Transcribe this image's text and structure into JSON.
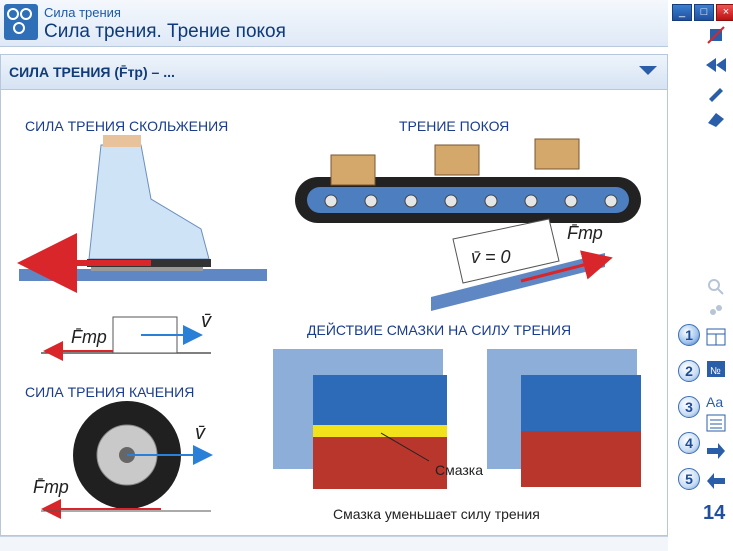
{
  "window": {
    "subtitle": "Сила трения",
    "title": "Сила трения. Трение покоя",
    "buttons": {
      "minimize": "_",
      "maximize": "□",
      "close": "×"
    }
  },
  "panel": {
    "header": "СИЛА ТРЕНИЯ (F̄тр) – ..."
  },
  "figure": {
    "sliding_title": "СИЛА ТРЕНИЯ СКОЛЬЖЕНИЯ",
    "static_title": "ТРЕНИЕ ПОКОЯ",
    "rolling_title": "СИЛА ТРЕНИЯ КАЧЕНИЯ",
    "lubrication_title": "ДЕЙСТВИЕ СМАЗКИ НА СИЛУ ТРЕНИЯ",
    "velocity_label": "v̄",
    "velocity_zero": "v̄ = 0",
    "friction_label": "F̄тр",
    "lubricant_label": "Смазка",
    "lubricant_caption": "Смазка уменьшает силу трения"
  },
  "sidebar": {
    "numbered": [
      "1",
      "2",
      "3",
      "4",
      "5"
    ],
    "active_number": "1",
    "text_icon": "Aa",
    "page_number": "14",
    "icons": [
      "no-sound-icon",
      "rewind-icon",
      "tools-icon",
      "eraser-icon",
      "zoom-in-icon",
      "zoom-out-icon",
      "table-icon",
      "index-icon",
      "text-icon",
      "list-icon",
      "forward-arrow-icon",
      "back-arrow-icon"
    ]
  },
  "colors": {
    "accent": "#1f4f9e",
    "arrow_red": "#d9262b",
    "arrow_blue": "#2a7fd6",
    "lubricant": "#f2e21c",
    "block_blue": "#2d6bb8",
    "block_red": "#b8362c"
  }
}
